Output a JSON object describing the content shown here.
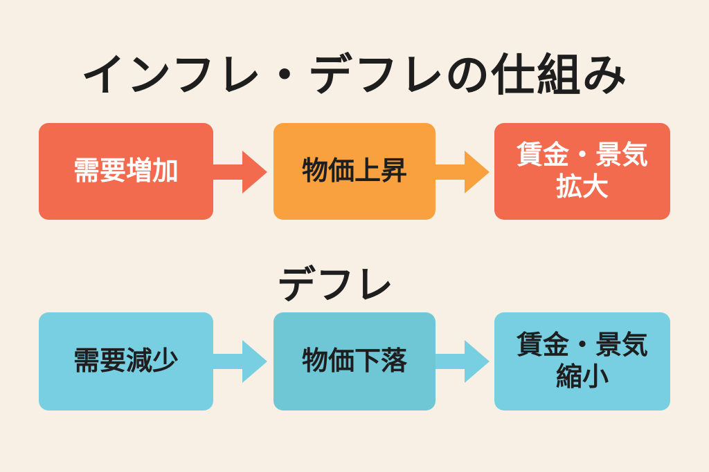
{
  "title": "インフレ・デフレの仕組み",
  "subtitle": "デフレ",
  "inflation_row": {
    "boxes": [
      {
        "label": "需要増加",
        "color": "#f26b4e",
        "text_color": "#ffffff"
      },
      {
        "label": "物価上昇",
        "color": "#f8a13e",
        "text_color": "#1e1e1e"
      },
      {
        "label": "賃金・景気\n拡大",
        "color": "#f26b4e",
        "text_color": "#ffffff"
      }
    ],
    "arrow_colors": [
      "#f26b4e",
      "#f8a13e"
    ]
  },
  "deflation_row": {
    "boxes": [
      {
        "label": "需要減少",
        "color": "#78cfe2",
        "text_color": "#1e1e1e"
      },
      {
        "label": "物価下落",
        "color": "#6fc7d6",
        "text_color": "#1e1e1e"
      },
      {
        "label": "賃金・景気\n縮小",
        "color": "#78cfe2",
        "text_color": "#1e1e1e"
      }
    ],
    "arrow_colors": [
      "#78cfe2",
      "#78cfe2"
    ]
  }
}
